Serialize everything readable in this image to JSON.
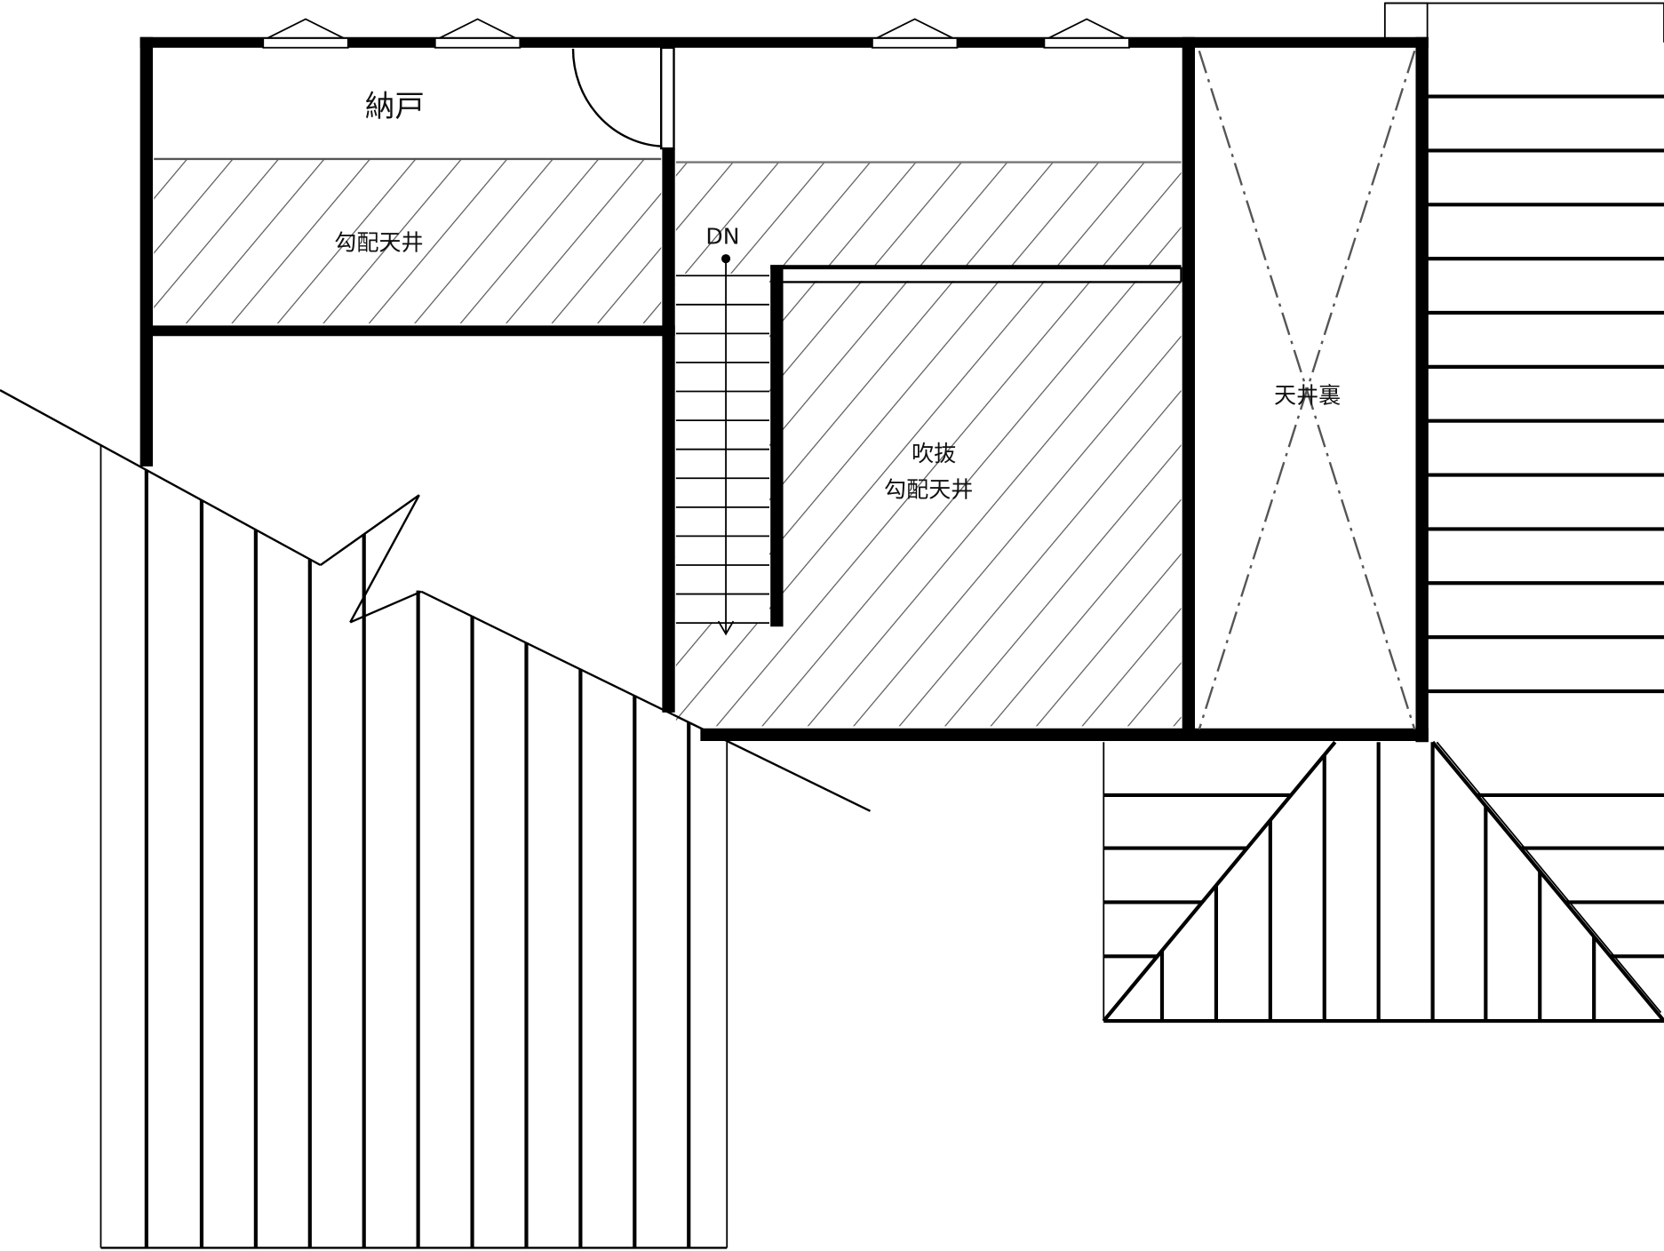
{
  "rooms": {
    "storage": "納戸",
    "sloped_ceiling_left": "勾配天井",
    "stair_direction": "DN",
    "void_line1": "吹抜",
    "void_line2": "勾配天井",
    "attic": "天井裏"
  },
  "colors": {
    "wall": "#000000",
    "hatch": "#555555",
    "attic_cross": "#555555"
  }
}
